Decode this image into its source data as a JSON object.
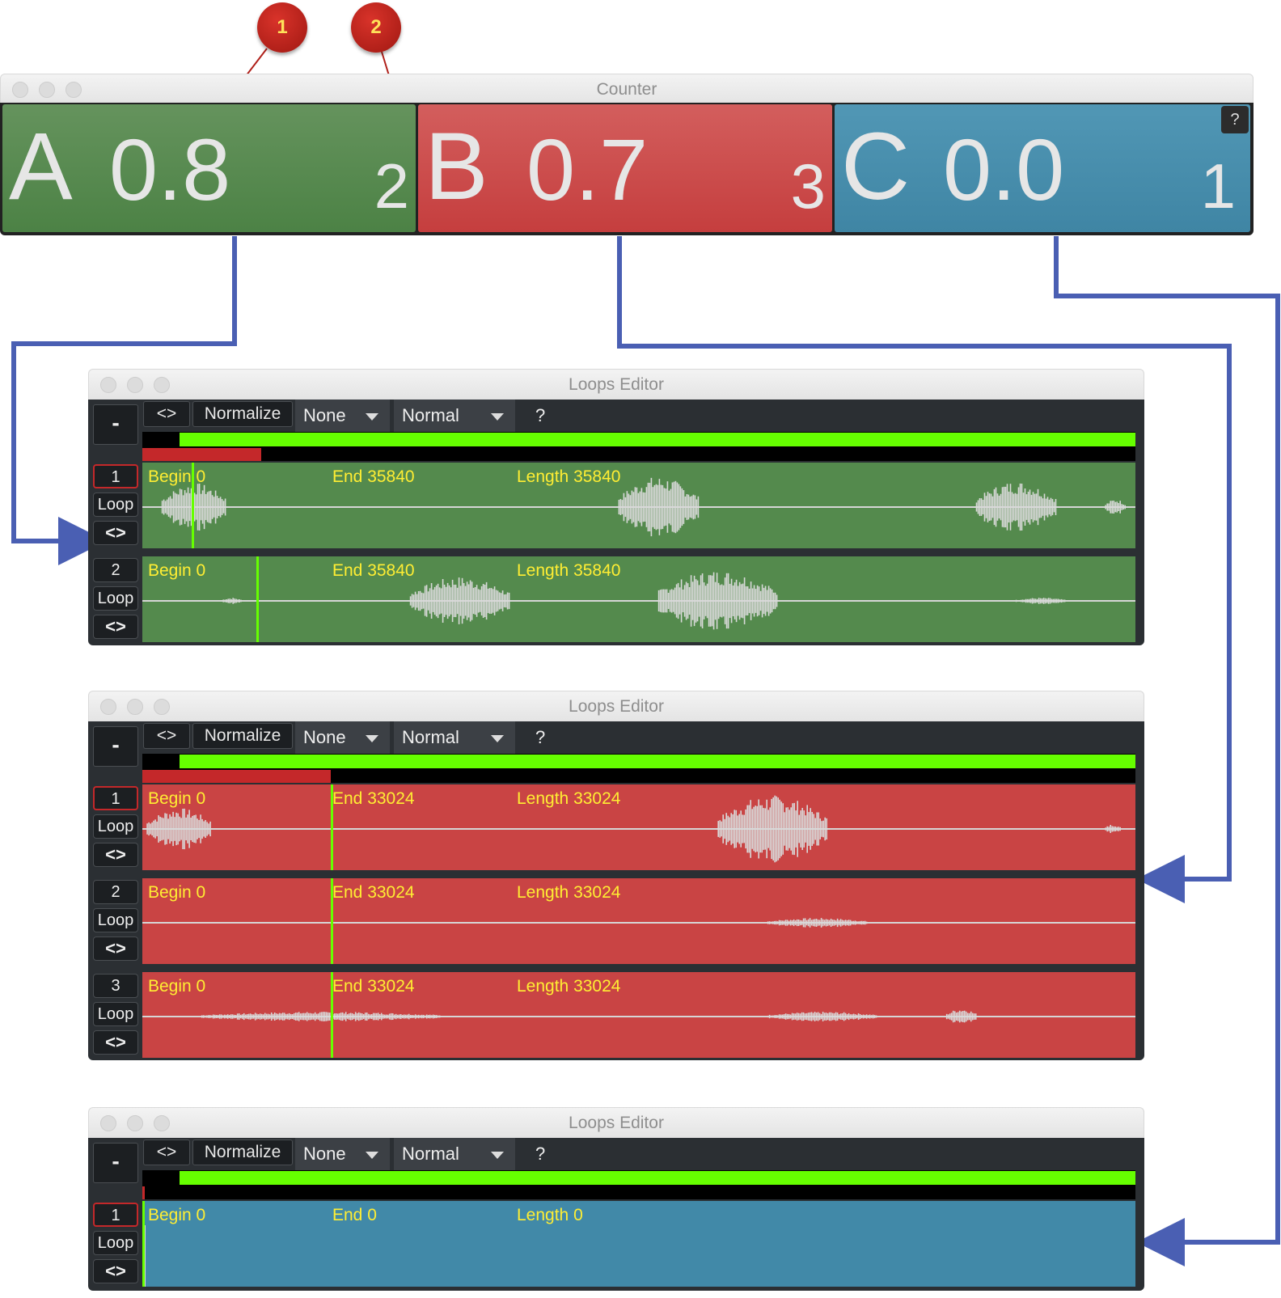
{
  "colors": {
    "green": "#548a4d",
    "red": "#c94444",
    "blue": "#4189a8"
  },
  "badges": [
    "1",
    "2"
  ],
  "counter": {
    "title": "Counter",
    "help": "?",
    "panels": [
      {
        "name": "A",
        "value": "0.8",
        "count": "2"
      },
      {
        "name": "B",
        "value": "0.7",
        "count": "3"
      },
      {
        "name": "C",
        "value": "0.0",
        "count": "1"
      }
    ]
  },
  "editors": [
    {
      "title": "Loops Editor",
      "minus": "-",
      "swap": "<>",
      "normalize": "Normalize",
      "dropdown1": "None",
      "dropdown2": "Normal",
      "help": "?",
      "progress": 0.12,
      "tracks": [
        {
          "num": "1",
          "loop": "Loop",
          "swap": "<>",
          "begin": "Begin 0",
          "end": "End 35840",
          "length": "Length 35840",
          "cursor": 0.05
        },
        {
          "num": "2",
          "loop": "Loop",
          "swap": "<>",
          "begin": "Begin 0",
          "end": "End 35840",
          "length": "Length 35840",
          "cursor": 0.115
        }
      ]
    },
    {
      "title": "Loops Editor",
      "minus": "-",
      "swap": "<>",
      "normalize": "Normalize",
      "dropdown1": "None",
      "dropdown2": "Normal",
      "help": "?",
      "progress": 0.19,
      "tracks": [
        {
          "num": "1",
          "loop": "Loop",
          "swap": "<>",
          "begin": "Begin 0",
          "end": "End 33024",
          "length": "Length 33024",
          "cursor": 0.19
        },
        {
          "num": "2",
          "loop": "Loop",
          "swap": "<>",
          "begin": "Begin 0",
          "end": "End 33024",
          "length": "Length 33024",
          "cursor": 0.19
        },
        {
          "num": "3",
          "loop": "Loop",
          "swap": "<>",
          "begin": "Begin 0",
          "end": "End 33024",
          "length": "Length 33024",
          "cursor": 0.19
        }
      ]
    },
    {
      "title": "Loops Editor",
      "minus": "-",
      "swap": "<>",
      "normalize": "Normalize",
      "dropdown1": "None",
      "dropdown2": "Normal",
      "help": "?",
      "progress": 0.0,
      "tracks": [
        {
          "num": "1",
          "loop": "Loop",
          "swap": "<>",
          "begin": "Begin 0",
          "end": "End 0",
          "length": "Length 0",
          "cursor": 0.0
        }
      ]
    }
  ]
}
